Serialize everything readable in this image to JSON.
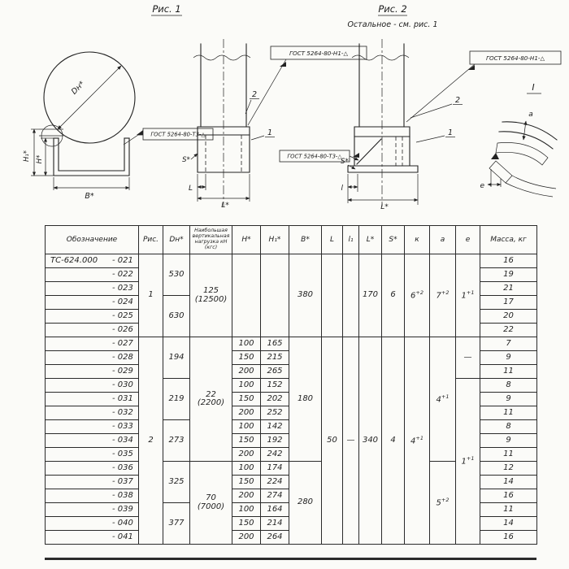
{
  "page": {
    "background": "#fbfbf8",
    "ink": "#1f1f1f"
  },
  "figures": {
    "fig1_label": "Рис. 1",
    "fig2_label": "Рис. 2",
    "fig2_note": "Остальное - см. рис. 1",
    "gost_weld_t3": "ГОСТ 5264-80-Т3-△",
    "gost_weld_n1": "ГОСТ 5264-80-Н1-△",
    "dim_dn": "Dн*",
    "dim_h1": "H₁*",
    "dim_h": "H*",
    "dim_b": "B*",
    "dim_s": "S*",
    "dim_L": "L",
    "dim_L_star": "L*",
    "dim_l": "l",
    "dim_a": "a",
    "dim_e": "e",
    "pos_1": "1",
    "pos_2": "2",
    "detail_label": "I"
  },
  "table": {
    "headers": [
      {
        "label": "Обозначение",
        "w": 115
      },
      {
        "label": "Рис.",
        "w": 30
      },
      {
        "label": "Dн*",
        "w": 33
      },
      {
        "label": "Наибольшая вертикальная нагрузка кН (кгс)",
        "w": 52,
        "cls": "sm"
      },
      {
        "label": "H*",
        "w": 35
      },
      {
        "label": "H₁*",
        "w": 35
      },
      {
        "label": "B*",
        "w": 40
      },
      {
        "label": "L",
        "w": 26
      },
      {
        "label": "l₁",
        "w": 20
      },
      {
        "label": "L*",
        "w": 28
      },
      {
        "label": "S*",
        "w": 28
      },
      {
        "label": "к",
        "w": 31
      },
      {
        "label": "a",
        "w": 32
      },
      {
        "label": "e",
        "w": 30
      },
      {
        "label": "Масса, кг",
        "w": 70
      }
    ],
    "body": [
      [
        {
          "p": "ТС-624.000",
          "t": "- 021"
        },
        {
          "t": "1",
          "r": 6
        },
        {
          "t": "530",
          "r": 3
        },
        {
          "t": "125",
          "t2": "(12500)",
          "r": 6
        },
        {
          "t": "",
          "r": 6
        },
        {
          "t": "",
          "r": 6
        },
        {
          "t": "380",
          "r": 6
        },
        {
          "t": "",
          "r": 6
        },
        {
          "t": "",
          "r": 6
        },
        {
          "t": "170",
          "r": 6
        },
        {
          "t": "6",
          "r": 6
        },
        {
          "t": "6",
          "s": "+2",
          "r": 6
        },
        {
          "t": "7",
          "s": "+2",
          "r": 6
        },
        {
          "t": "1",
          "s": "+1",
          "r": 6
        },
        {
          "t": "16"
        }
      ],
      [
        {
          "p": "",
          "t": "- 022"
        },
        {
          "t": "19"
        }
      ],
      [
        {
          "p": "",
          "t": "- 023"
        },
        {
          "t": "21"
        }
      ],
      [
        {
          "p": "",
          "t": "- 024"
        },
        {
          "t": "630",
          "r": 3
        },
        {
          "t": "17"
        }
      ],
      [
        {
          "p": "",
          "t": "- 025"
        },
        {
          "t": "20"
        }
      ],
      [
        {
          "p": "",
          "t": "- 026"
        },
        {
          "t": "22"
        }
      ],
      [
        {
          "p": "",
          "t": "- 027"
        },
        {
          "t": "2",
          "r": 15
        },
        {
          "t": "194",
          "r": 3
        },
        {
          "t": "22",
          "t2": "(2200)",
          "r": 9
        },
        {
          "t": "100"
        },
        {
          "t": "165"
        },
        {
          "t": "180",
          "r": 9
        },
        {
          "t": "50",
          "r": 15
        },
        {
          "t": "—",
          "r": 15
        },
        {
          "t": "340",
          "r": 15
        },
        {
          "t": "4",
          "r": 15
        },
        {
          "t": "4",
          "s": "+1",
          "r": 15
        },
        {
          "t": "4",
          "s": "+1",
          "r": 9
        },
        {
          "t": "—",
          "r": 3
        },
        {
          "t": "7"
        }
      ],
      [
        {
          "p": "",
          "t": "- 028"
        },
        {
          "t": "150"
        },
        {
          "t": "215"
        },
        {
          "t": "9"
        }
      ],
      [
        {
          "p": "",
          "t": "- 029"
        },
        {
          "t": "200"
        },
        {
          "t": "265"
        },
        {
          "t": "11"
        }
      ],
      [
        {
          "p": "",
          "t": "- 030"
        },
        {
          "t": "219",
          "r": 3
        },
        {
          "t": "100"
        },
        {
          "t": "152"
        },
        {
          "t": "1",
          "s": "+1",
          "r": 12
        },
        {
          "t": "8"
        }
      ],
      [
        {
          "p": "",
          "t": "- 031"
        },
        {
          "t": "150"
        },
        {
          "t": "202"
        },
        {
          "t": "9"
        }
      ],
      [
        {
          "p": "",
          "t": "- 032"
        },
        {
          "t": "200"
        },
        {
          "t": "252"
        },
        {
          "t": "11"
        }
      ],
      [
        {
          "p": "",
          "t": "- 033"
        },
        {
          "t": "273",
          "r": 3
        },
        {
          "t": "100"
        },
        {
          "t": "142"
        },
        {
          "t": "8"
        }
      ],
      [
        {
          "p": "",
          "t": "- 034"
        },
        {
          "t": "150"
        },
        {
          "t": "192"
        },
        {
          "t": "9"
        }
      ],
      [
        {
          "p": "",
          "t": "- 035"
        },
        {
          "t": "200"
        },
        {
          "t": "242"
        },
        {
          "t": "11"
        }
      ],
      [
        {
          "p": "",
          "t": "- 036"
        },
        {
          "t": "325",
          "r": 3
        },
        {
          "t": "70",
          "t2": "(7000)",
          "r": 6
        },
        {
          "t": "100"
        },
        {
          "t": "174"
        },
        {
          "t": "280",
          "r": 6
        },
        {
          "t": "5",
          "s": "+2",
          "r": 6
        },
        {
          "t": "12"
        }
      ],
      [
        {
          "p": "",
          "t": "- 037"
        },
        {
          "t": "150"
        },
        {
          "t": "224"
        },
        {
          "t": "14"
        }
      ],
      [
        {
          "p": "",
          "t": "- 038"
        },
        {
          "t": "200"
        },
        {
          "t": "274"
        },
        {
          "t": "16"
        }
      ],
      [
        {
          "p": "",
          "t": "- 039"
        },
        {
          "t": "377",
          "r": 3
        },
        {
          "t": "100"
        },
        {
          "t": "164"
        },
        {
          "t": "11"
        }
      ],
      [
        {
          "p": "",
          "t": "- 040"
        },
        {
          "t": "150"
        },
        {
          "t": "214"
        },
        {
          "t": "14"
        }
      ],
      [
        {
          "p": "",
          "t": "- 041"
        },
        {
          "t": "200"
        },
        {
          "t": "264"
        },
        {
          "t": "16"
        }
      ]
    ]
  }
}
